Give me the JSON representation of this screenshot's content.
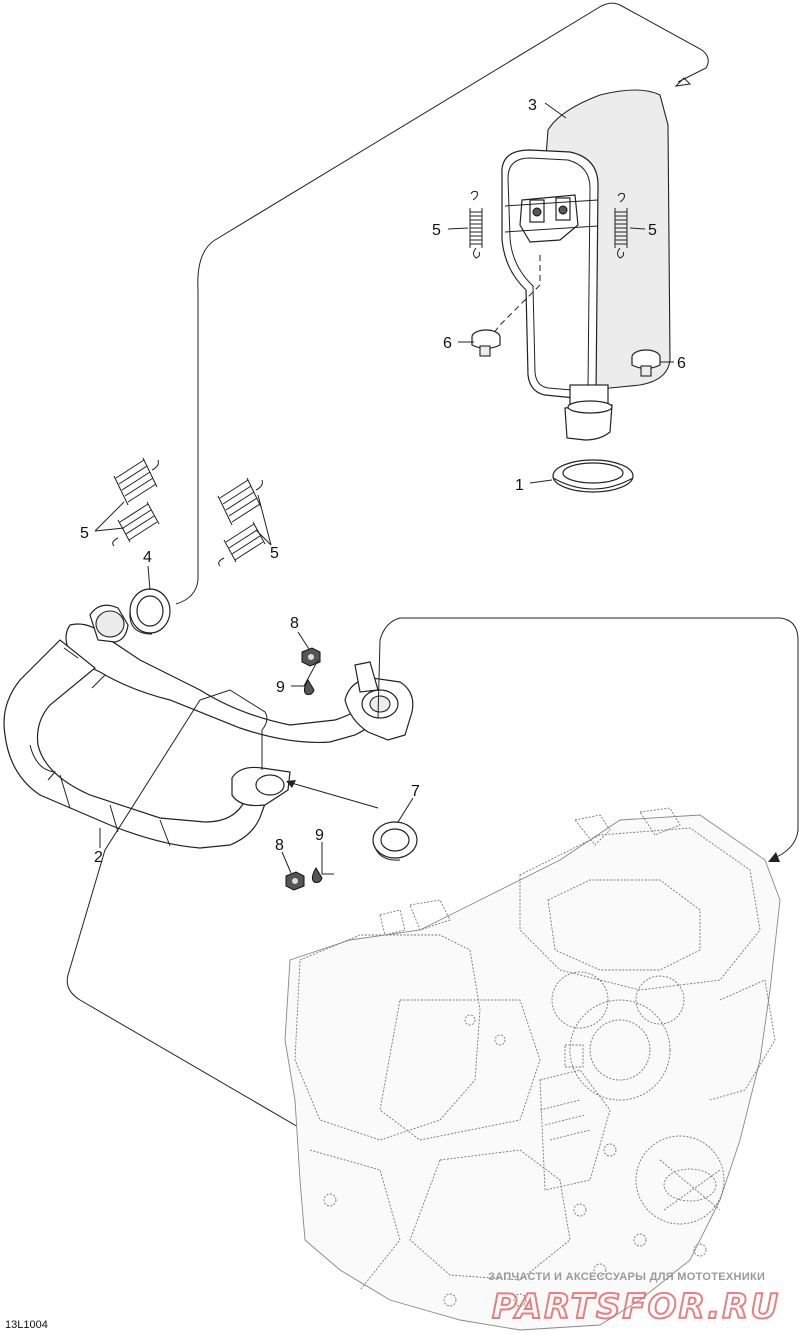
{
  "callouts": [
    {
      "id": "c1",
      "label": "1"
    },
    {
      "id": "c2",
      "label": "2"
    },
    {
      "id": "c3",
      "label": "3"
    },
    {
      "id": "c4",
      "label": "4"
    },
    {
      "id": "c5a",
      "label": "5"
    },
    {
      "id": "c5b",
      "label": "5"
    },
    {
      "id": "c5c",
      "label": "5"
    },
    {
      "id": "c5d",
      "label": "5"
    },
    {
      "id": "c6a",
      "label": "6"
    },
    {
      "id": "c6b",
      "label": "6"
    },
    {
      "id": "c7",
      "label": "7"
    },
    {
      "id": "c8a",
      "label": "8"
    },
    {
      "id": "c8b",
      "label": "8"
    },
    {
      "id": "c9a",
      "label": "9"
    },
    {
      "id": "c9b",
      "label": "9"
    }
  ],
  "figure_code": "13L1004",
  "watermark": {
    "subtitle": "ЗАПЧАСТИ И АКСЕССУАРЫ ДЛЯ МОТОТЕХНИКИ",
    "brand": "PARTSFOR.RU",
    "color": "#e46a6a"
  },
  "colors": {
    "line": "#222222",
    "engine_line": "#777777",
    "background": "#ffffff"
  }
}
